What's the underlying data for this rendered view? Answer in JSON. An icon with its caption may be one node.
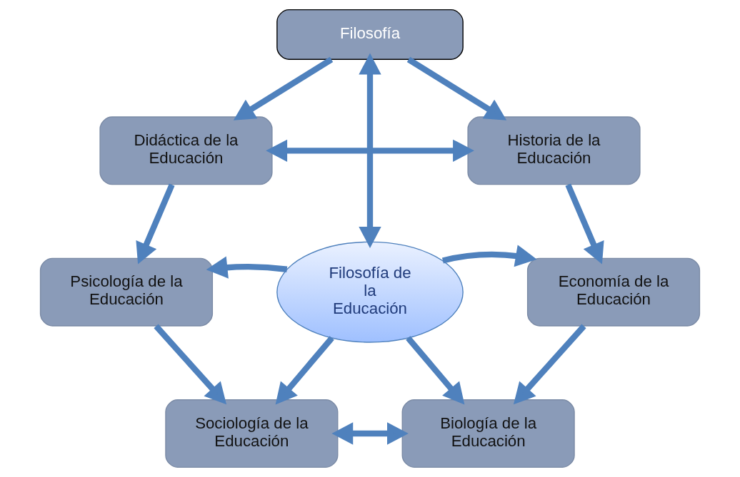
{
  "diagram": {
    "nodes": [
      {
        "text": [
          "Filosofía"
        ]
      },
      {
        "text": [
          "Didáctica de la Educación"
        ]
      },
      {
        "text": [
          "Historia de la Educación"
        ]
      },
      {
        "text": [
          "Filosofía de la Educación"
        ]
      },
      {
        "text": [
          "Psicología de la Educación"
        ]
      },
      {
        "text": [
          "Economía de la Educación"
        ]
      },
      {
        "text": [
          "Sociología de la Educación"
        ]
      },
      {
        "text": [
          "Biología de la Educación"
        ]
      }
    ],
    "edges": [
      {
        "from": 0,
        "to": 1,
        "arrow": "to"
      },
      {
        "from": 0,
        "to": 2,
        "arrow": "to"
      },
      {
        "from": 1,
        "to": 2,
        "arrow": "both"
      },
      {
        "from": 0,
        "to": 3,
        "arrow": "both"
      },
      {
        "from": 1,
        "to": 4,
        "arrow": "to"
      },
      {
        "from": 2,
        "to": 5,
        "arrow": "to"
      },
      {
        "from": 3,
        "to": 4,
        "arrow": "to"
      },
      {
        "from": 3,
        "to": 5,
        "arrow": "to"
      },
      {
        "from": 3,
        "to": 6,
        "arrow": "to"
      },
      {
        "from": 3,
        "to": 7,
        "arrow": "to"
      },
      {
        "from": 4,
        "to": 6,
        "arrow": "to"
      },
      {
        "from": 5,
        "to": 7,
        "arrow": "to"
      },
      {
        "from": 6,
        "to": 7,
        "arrow": "both"
      }
    ]
  }
}
